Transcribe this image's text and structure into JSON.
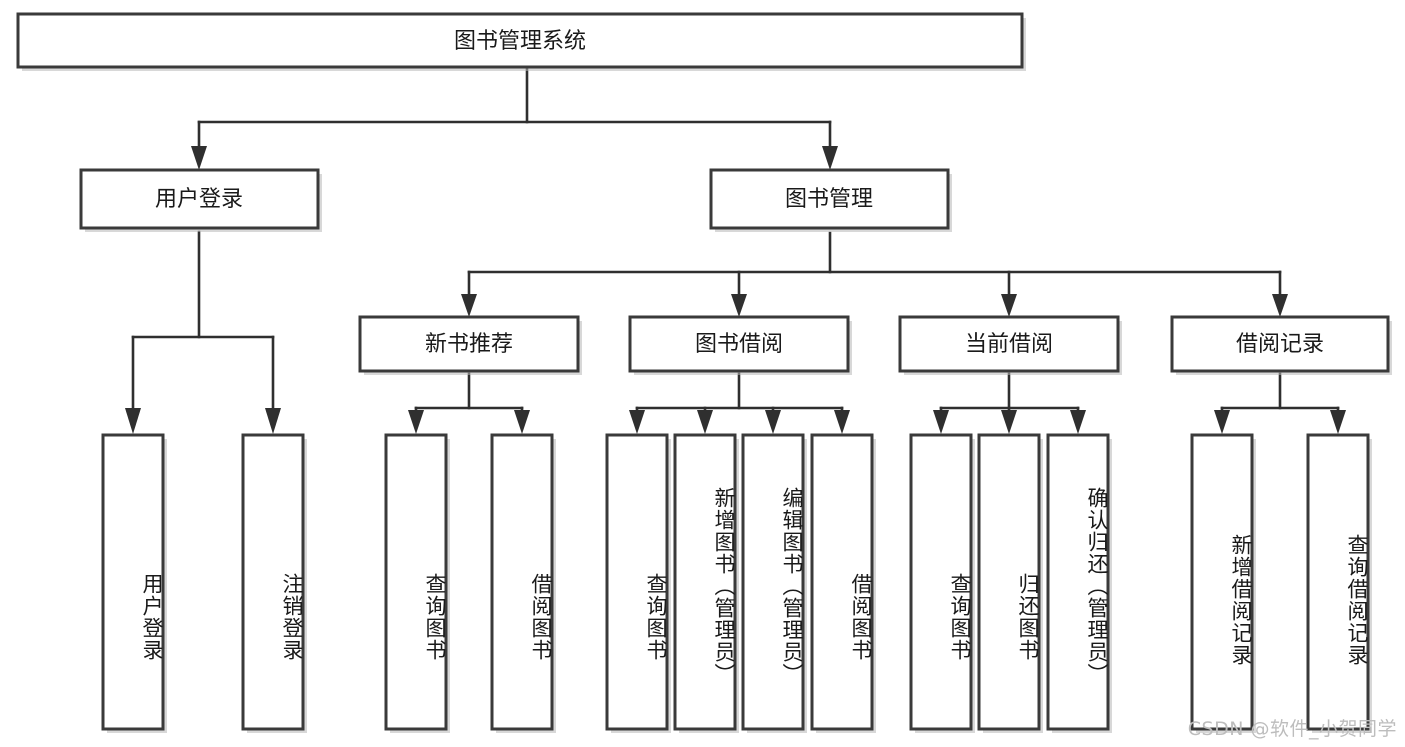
{
  "diagram": {
    "title": "图书管理系统",
    "type": "hierarchy-tree",
    "watermark": "CSDN @软件_小贺同学",
    "colors": {
      "box_fill": "#ffffff",
      "box_stroke": "#3a3a3a",
      "connector": "#2f2f2f",
      "text": "#1a1a1a",
      "watermark": "#bdbdbd",
      "shadow": "#b8b8b8"
    },
    "levels": {
      "root": {
        "label": "图书管理系统",
        "orientation": "horizontal"
      },
      "level2": [
        {
          "label": "用户登录",
          "orientation": "horizontal"
        },
        {
          "label": "图书管理",
          "orientation": "horizontal"
        }
      ],
      "level3": [
        {
          "label": "新书推荐",
          "orientation": "horizontal",
          "parent": "图书管理"
        },
        {
          "label": "图书借阅",
          "orientation": "horizontal",
          "parent": "图书管理"
        },
        {
          "label": "当前借阅",
          "orientation": "horizontal",
          "parent": "图书管理"
        },
        {
          "label": "借阅记录",
          "orientation": "horizontal",
          "parent": "图书管理"
        }
      ],
      "leaves": [
        {
          "label": "用户登录",
          "orientation": "vertical",
          "parent": "用户登录"
        },
        {
          "label": "注销登录",
          "orientation": "vertical",
          "parent": "用户登录"
        },
        {
          "label": "查询图书",
          "orientation": "vertical",
          "parent": "新书推荐"
        },
        {
          "label": "借阅图书",
          "orientation": "vertical",
          "parent": "新书推荐"
        },
        {
          "label": "查询图书",
          "orientation": "vertical",
          "parent": "图书借阅"
        },
        {
          "label": "新增图书（管理员）",
          "orientation": "vertical",
          "parent": "图书借阅"
        },
        {
          "label": "编辑图书（管理员）",
          "orientation": "vertical",
          "parent": "图书借阅"
        },
        {
          "label": "借阅图书",
          "orientation": "vertical",
          "parent": "图书借阅"
        },
        {
          "label": "查询图书",
          "orientation": "vertical",
          "parent": "当前借阅"
        },
        {
          "label": "归还图书",
          "orientation": "vertical",
          "parent": "当前借阅"
        },
        {
          "label": "确认归还（管理员）",
          "orientation": "vertical",
          "parent": "当前借阅"
        },
        {
          "label": "新增借阅记录",
          "orientation": "vertical",
          "parent": "借阅记录"
        },
        {
          "label": "查询借阅记录",
          "orientation": "vertical",
          "parent": "借阅记录"
        }
      ]
    }
  }
}
